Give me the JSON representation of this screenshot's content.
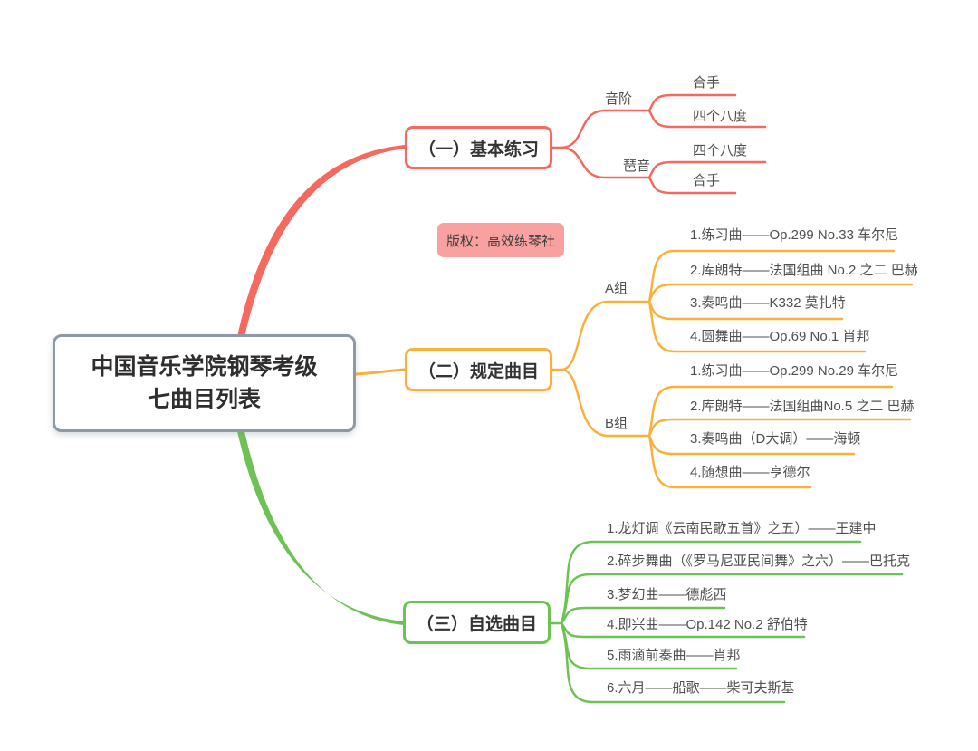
{
  "title": {
    "line1": "中国音乐学院钢琴考级",
    "line2": "七曲目列表"
  },
  "watermark": "版权：高效练琴社",
  "colors": {
    "branch1": "#f5695f",
    "branch2": "#fbb03c",
    "branch3": "#6dc254",
    "root_border": "#8d9aa6",
    "watermark_bg": "#f9a0a0"
  },
  "branches": [
    {
      "label": "（一）基本练习",
      "groups": [
        {
          "label": "音阶",
          "items": [
            "合手",
            "四个八度"
          ]
        },
        {
          "label": "琶音",
          "items": [
            "四个八度",
            "合手"
          ]
        }
      ]
    },
    {
      "label": "（二）规定曲目",
      "groups": [
        {
          "label": "A组",
          "items": [
            "1.练习曲——Op.299 No.33 车尔尼",
            "2.库朗特——法国组曲 No.2 之二 巴赫",
            "3.奏鸣曲——K332 莫扎特",
            "4.圆舞曲——Op.69 No.1 肖邦"
          ]
        },
        {
          "label": "B组",
          "items": [
            "1.练习曲——Op.299 No.29 车尔尼",
            "2.库朗特——法国组曲No.5 之二 巴赫",
            "3.奏鸣曲（D大调）——海顿",
            "4.随想曲——亨德尔"
          ]
        }
      ]
    },
    {
      "label": "（三）自选曲目",
      "items": [
        "1.龙灯调《云南民歌五首》之五）——王建中",
        "2.碎步舞曲（《罗马尼亚民间舞》之六）——巴托克",
        "3.梦幻曲——德彪西",
        "4.即兴曲——Op.142 No.2 舒伯特",
        "5.雨滴前奏曲——肖邦",
        "6.六月——船歌——柴可夫斯基"
      ]
    }
  ]
}
